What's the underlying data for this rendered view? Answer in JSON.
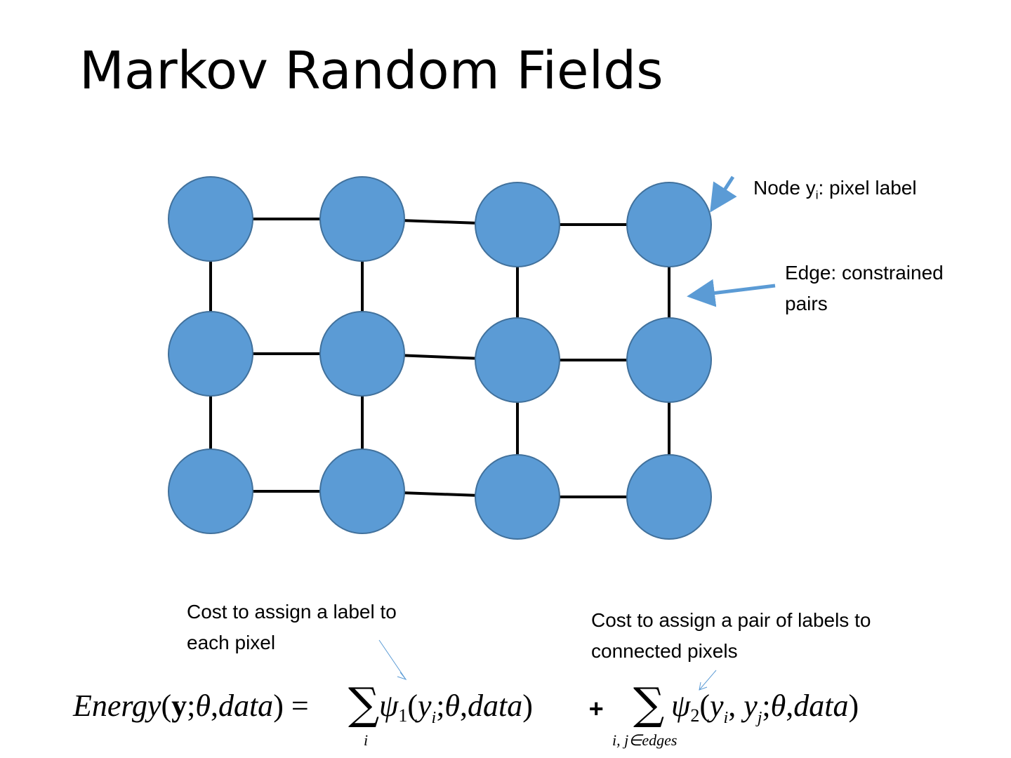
{
  "title": "Markov Random Fields",
  "annotations": {
    "node": {
      "text": "Node y",
      "sub": "i",
      "rest": ": pixel label"
    },
    "edge": "Edge: constrained\npairs",
    "unary": "Cost to assign a label to\neach pixel",
    "pairwise": "Cost to assign a pair of labels to\nconnected pixels"
  },
  "equation": {
    "lhs": "Energy",
    "bold_var": "y",
    "theta": "θ",
    "data": "data",
    "sum": "∑",
    "psi": "ψ",
    "psi1_sub": "1",
    "psi2_sub": "2",
    "yi": "y",
    "yi_sub": "i",
    "yj": "y",
    "yj_sub": "j",
    "sum1_index": "i",
    "sum2_index": "i, j∈edges",
    "plus": "+",
    "equals": "="
  },
  "colors": {
    "node_fill": "#5b9bd5",
    "node_stroke": "#41719c",
    "edge": "#000000",
    "arrow": "#5b9bd5"
  }
}
